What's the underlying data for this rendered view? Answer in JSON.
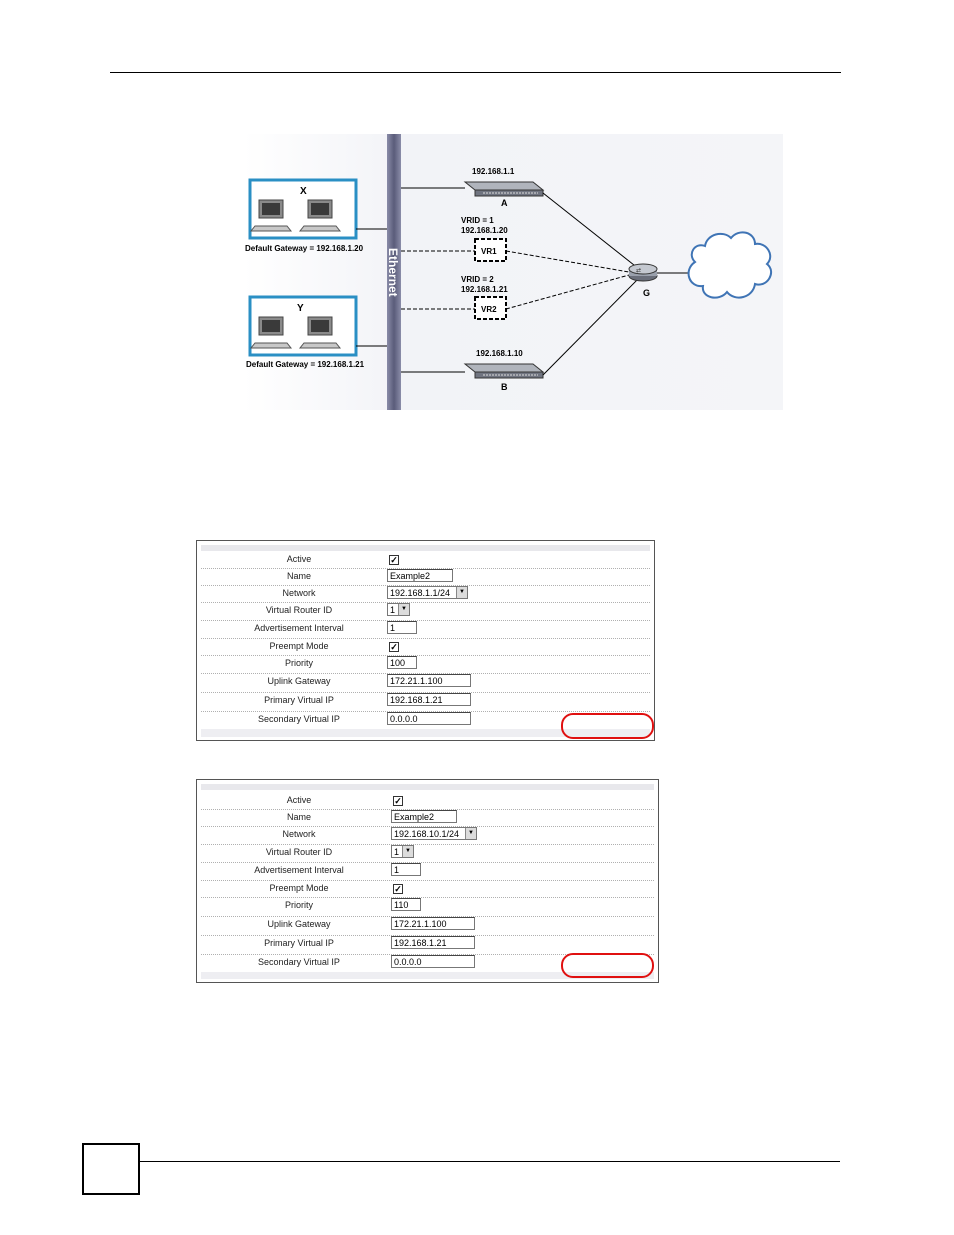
{
  "diagram": {
    "group_x": {
      "label": "X",
      "gateway": "Default Gateway = 192.168.1.20"
    },
    "group_y": {
      "label": "Y",
      "gateway": "Default Gateway = 192.168.1.21"
    },
    "ethernet_label": "Ethernet",
    "switch_a": {
      "ip": "192.168.1.1",
      "label": "A"
    },
    "switch_b": {
      "ip": "192.168.1.10",
      "label": "B"
    },
    "vr1": {
      "vrid": "VRID = 1",
      "ip": "192.168.1.20",
      "label": "VR1"
    },
    "vr2": {
      "vrid": "VRID = 2",
      "ip": "192.168.1.21",
      "label": "VR2"
    },
    "router_label": "G",
    "colors": {
      "ethernet_bar": "#5a5c7a",
      "pc_frame": "#2a8fc4",
      "cloud": "#3f74b5"
    }
  },
  "form1": {
    "labels": {
      "active": "Active",
      "name": "Name",
      "network": "Network",
      "vrid": "Virtual Router ID",
      "adv": "Advertisement Interval",
      "preempt": "Preempt Mode",
      "priority": "Priority",
      "uplink": "Uplink Gateway",
      "primary": "Primary Virtual IP",
      "secondary": "Secondary Virtual IP"
    },
    "active": true,
    "preempt": true,
    "name_value": "Example2",
    "network_value": "192.168.1.1/24",
    "vrid_value": "1",
    "adv_value": "1",
    "priority_value": "100",
    "uplink_value": "172.21.1.100",
    "primary_value": "192.168.1.21",
    "secondary_value": "0.0.0.0"
  },
  "form2": {
    "labels": {
      "active": "Active",
      "name": "Name",
      "network": "Network",
      "vrid": "Virtual Router ID",
      "adv": "Advertisement Interval",
      "preempt": "Preempt Mode",
      "priority": "Priority",
      "uplink": "Uplink Gateway",
      "primary": "Primary Virtual IP",
      "secondary": "Secondary Virtual IP"
    },
    "active": true,
    "preempt": true,
    "name_value": "Example2",
    "network_value": "192.168.10.1/24",
    "vrid_value": "1",
    "adv_value": "1",
    "priority_value": "110",
    "uplink_value": "172.21.1.100",
    "primary_value": "192.168.1.21",
    "secondary_value": "0.0.0.0"
  },
  "icons": {
    "checkbox_checked": "✓",
    "dropdown": "▼"
  }
}
